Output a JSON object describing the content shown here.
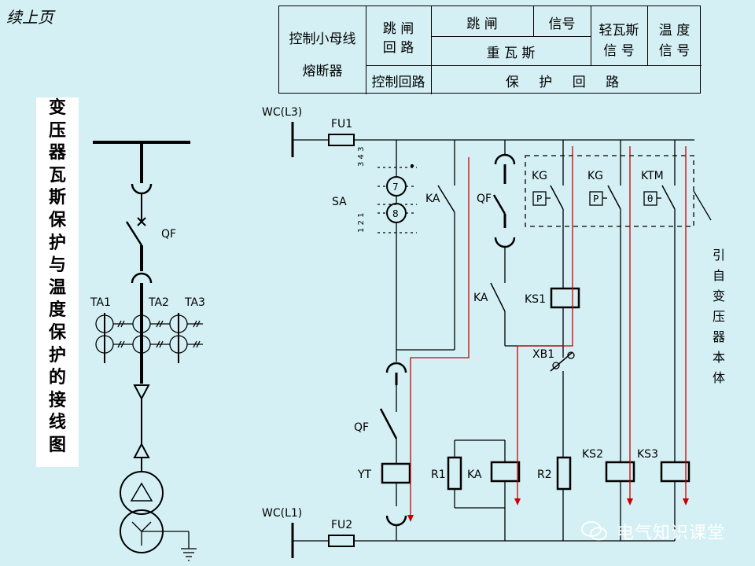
{
  "page_label": "续上页",
  "title_chars": [
    "变",
    "压",
    "器",
    "瓦",
    "斯",
    "保",
    "护",
    "与",
    "温",
    "度",
    "保",
    "护",
    "的",
    "接",
    "线",
    "图"
  ],
  "header": {
    "c1_line1": "控制小母线",
    "c1_line2": "熔断器",
    "c2_line1": "跳 闸",
    "c2_line2": "回 路",
    "c2_bottom": "控制回路",
    "c3_top": "跳 闸",
    "c3_mid": "重 瓦 斯",
    "c4_top": "信号",
    "c5_line1": "轻瓦斯",
    "c5_line2": "信 号",
    "c6_line1": "温 度",
    "c6_line2": "信 号",
    "bottom_wide": "保 护 回 路"
  },
  "labels": {
    "wc_top": "WC(L3)",
    "wc_bottom": "WC(L1)",
    "fu1": "FU1",
    "fu2": "FU2",
    "sa": "SA",
    "sa_top_nums": "3 4 3",
    "sa_bot_nums": "1 2 1",
    "sa_seven": "7",
    "sa_eight": "8",
    "ka_1": "KA",
    "qf_1": "QF",
    "kg_1": "KG",
    "kg_2": "KG",
    "ktm": "KTM",
    "p_1": "P",
    "p_2": "P",
    "theta": "θ",
    "ka_2": "KA",
    "ks1": "KS1",
    "xb1": "XB1",
    "qf_2": "QF",
    "yt": "YT",
    "r1": "R1",
    "ka_3": "KA",
    "r2": "R2",
    "ks2": "KS2",
    "ks3": "KS3",
    "left_qf": "QF",
    "ta1": "TA1",
    "ta2": "TA2",
    "ta3": "TA3",
    "from_body": [
      "引",
      "自",
      "变",
      "压",
      "器",
      "本",
      "体"
    ]
  },
  "watermark": "电气知识课堂",
  "colors": {
    "background": "#d4f0f4",
    "wire": "#000000",
    "current_flow": "#cc0000",
    "title_bg": "#ffffff"
  }
}
